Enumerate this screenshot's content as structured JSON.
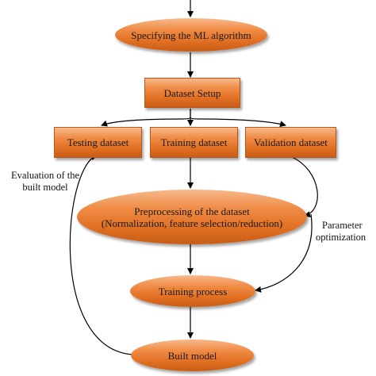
{
  "nodes": {
    "specify": "Specifying the ML algorithm",
    "dataset_setup": "Dataset Setup",
    "testing": "Testing dataset",
    "training": "Training dataset",
    "validation": "Validation dataset",
    "preprocessing": {
      "line1": "Preprocessing of the dataset",
      "line2": "(Normalization, feature selection/reduction)"
    },
    "training_process": "Training process",
    "built_model": "Built model"
  },
  "edge_labels": {
    "evaluation": {
      "line1": "Evaluation of the",
      "line2": "built model"
    },
    "parameter": {
      "line1": "Parameter",
      "line2": "optimization"
    }
  },
  "colors": {
    "node_fill_light": "#f7b98a",
    "node_fill_dark": "#c85d16",
    "edge": "#000000"
  }
}
